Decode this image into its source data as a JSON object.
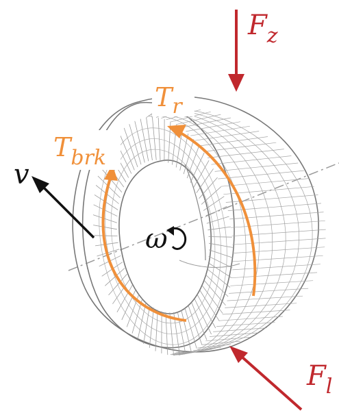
{
  "colors": {
    "force": "#c0282d",
    "torque": "#f0903a",
    "kinematic": "#111111",
    "mesh": "#8a8a8a"
  },
  "labels": {
    "force_vertical": {
      "symbol": "F",
      "subscript": "z"
    },
    "force_longitudinal": {
      "symbol": "F",
      "subscript": "l"
    },
    "torque_rolling": {
      "symbol": "T",
      "subscript": "r"
    },
    "torque_brake": {
      "symbol": "T",
      "subscript": "brk"
    },
    "velocity": "v",
    "angular_velocity": "ω"
  },
  "icons": [
    "tire-wireframe",
    "vertical-force-arrow",
    "longitudinal-force-arrow",
    "velocity-arrow",
    "rotation-arrow",
    "rolling-torque-arc",
    "brake-torque-arc",
    "wheel-axis-line"
  ]
}
